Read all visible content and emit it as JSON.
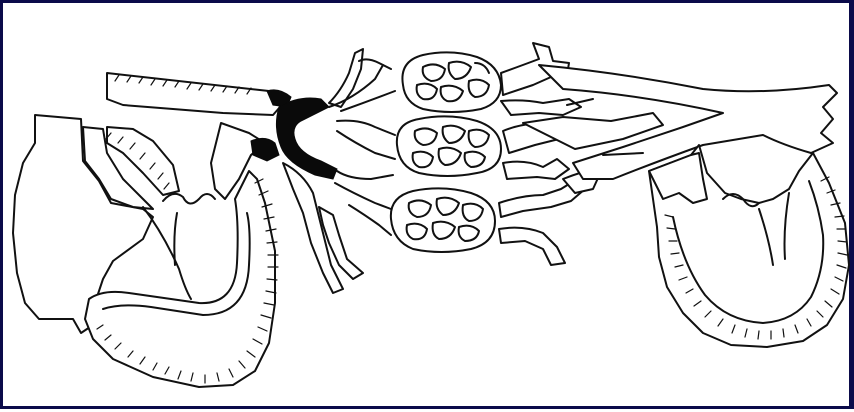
{
  "slide": {
    "border_color": "#0b0b4a",
    "background": "#ffffff",
    "line_color": "#111111",
    "fill_highlight": "#0a0a0a"
  },
  "figure": {
    "parts": [
      {
        "id": "heart-right",
        "icon": "heart-outline"
      },
      {
        "id": "pulmonary-artery",
        "icon": "vessel-shaded"
      },
      {
        "id": "lung-lobules",
        "icon": "alveolar-cluster",
        "count": 3
      },
      {
        "id": "pulmonary-veins",
        "icon": "vessel-outline"
      },
      {
        "id": "heart-left",
        "icon": "heart-outline"
      }
    ]
  }
}
